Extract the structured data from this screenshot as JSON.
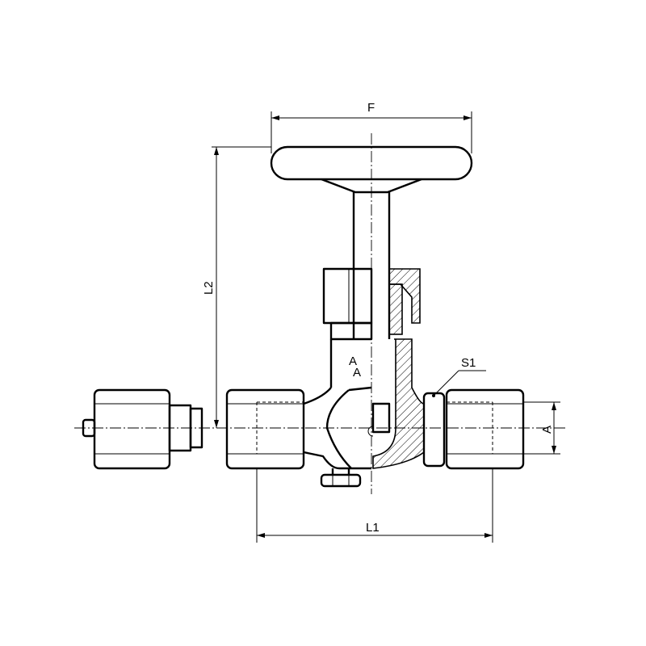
{
  "drawing": {
    "dimensions": {
      "width_label": "F",
      "height_label": "L2",
      "length_label": "L1",
      "port_label": "A",
      "wrench_label": "S1"
    },
    "section_marks": [
      "A",
      "A"
    ]
  }
}
